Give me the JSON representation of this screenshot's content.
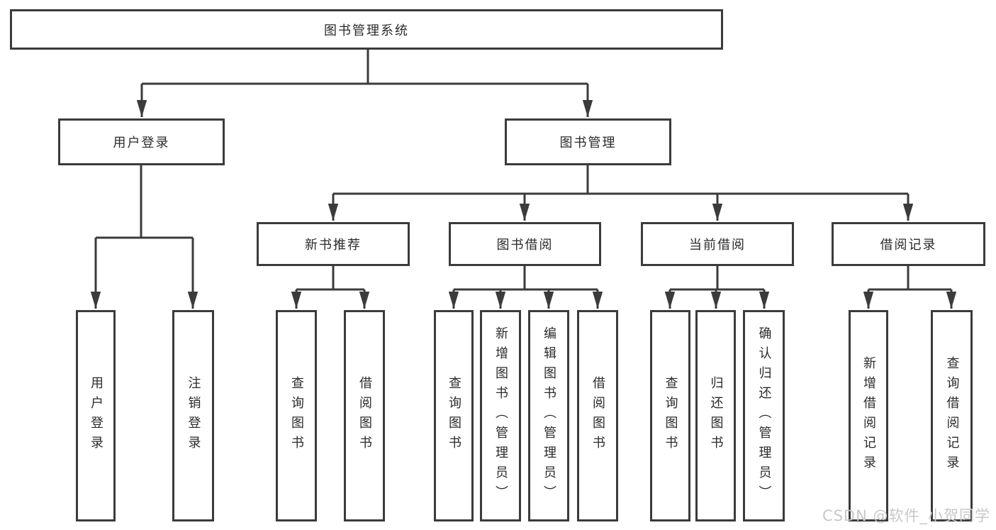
{
  "diagram": {
    "title": "图书管理系统",
    "watermark": "CSDN @软件_小贺同学",
    "colors": {
      "line": "#3b3b3b",
      "box_border": "#3b3b3b",
      "box_fill": "#ffffff",
      "text": "#2b2b2b",
      "watermark": "#c8c8c8"
    },
    "nodes": {
      "root": {
        "label": "图书管理系统"
      },
      "user_login": {
        "label": "用户登录"
      },
      "book_mgmt": {
        "label": "图书管理"
      },
      "new_book_rec": {
        "label": "新书推荐"
      },
      "book_borrow": {
        "label": "图书借阅"
      },
      "current_borrow": {
        "label": "当前借阅"
      },
      "borrow_records": {
        "label": "借阅记录"
      },
      "leaf_user_login": {
        "label": "用户登录"
      },
      "leaf_logout": {
        "label": "注销登录"
      },
      "leaf_query_books_1": {
        "label": "查询图书"
      },
      "leaf_borrow_books_1": {
        "label": "借阅图书"
      },
      "leaf_query_books_2": {
        "label": "查询图书"
      },
      "leaf_add_books": {
        "label": "新增图书（管理员）"
      },
      "leaf_edit_books": {
        "label": "编辑图书（管理员）"
      },
      "leaf_borrow_books_2": {
        "label": "借阅图书"
      },
      "leaf_query_books_3": {
        "label": "查询图书"
      },
      "leaf_return_books": {
        "label": "归还图书"
      },
      "leaf_confirm_return": {
        "label": "确认归还（管理员）"
      },
      "leaf_add_borrow_record": {
        "label": "新增借阅记录"
      },
      "leaf_query_borrow_record": {
        "label": "查询借阅记录"
      }
    },
    "edges": [
      "图书管理系统 -> 用户登录",
      "图书管理系统 -> 图书管理",
      "用户登录 -> 用户登录(叶)",
      "用户登录 -> 注销登录",
      "图书管理 -> 新书推荐",
      "图书管理 -> 图书借阅",
      "图书管理 -> 当前借阅",
      "图书管理 -> 借阅记录",
      "新书推荐 -> 查询图书",
      "新书推荐 -> 借阅图书",
      "图书借阅 -> 查询图书",
      "图书借阅 -> 新增图书（管理员）",
      "图书借阅 -> 编辑图书（管理员）",
      "图书借阅 -> 借阅图书",
      "当前借阅 -> 查询图书",
      "当前借阅 -> 归还图书",
      "当前借阅 -> 确认归还（管理员）",
      "借阅记录 -> 新增借阅记录",
      "借阅记录 -> 查询借阅记录"
    ]
  }
}
